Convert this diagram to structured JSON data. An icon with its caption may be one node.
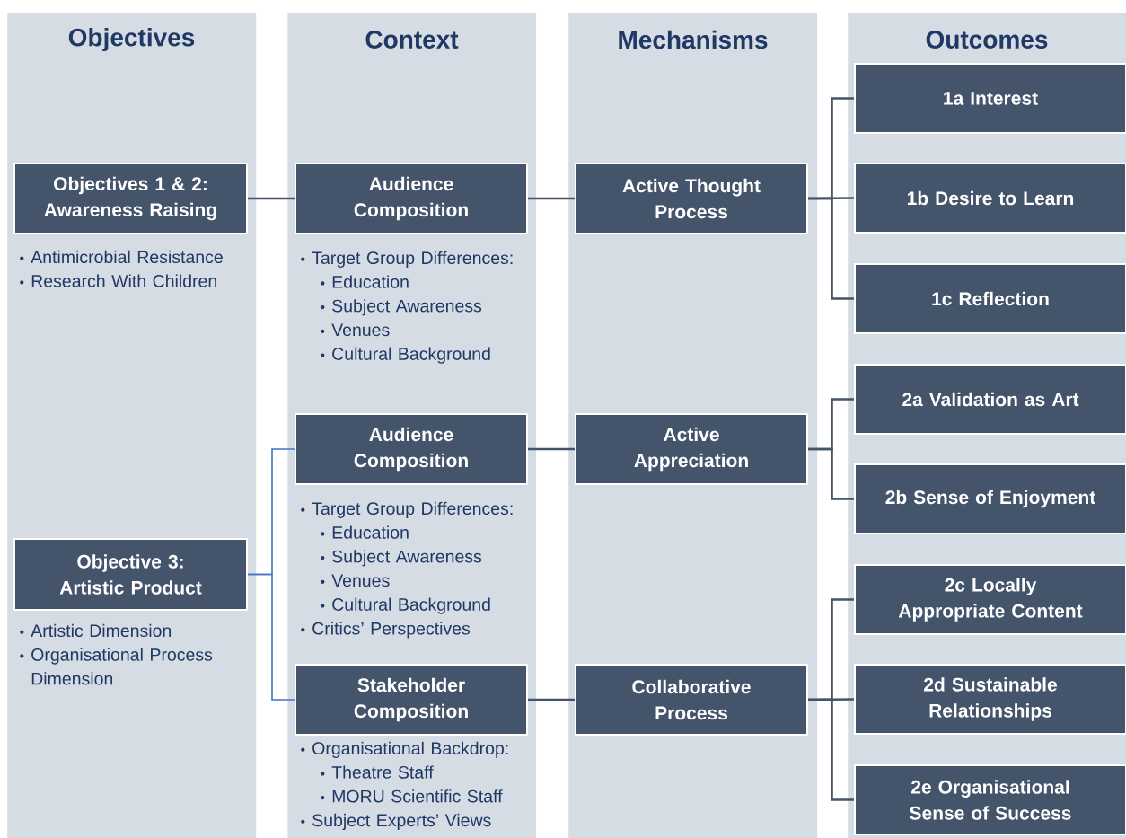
{
  "diagram": {
    "nodes": [
      {
        "text": [
          "Objectives"
        ]
      },
      {
        "text": [
          "Objectives 1 & 2: Awareness Raising"
        ],
        "in": 0,
        "beside": [
          "Antimicrobial Resistance",
          "Research With Children"
        ]
      },
      {
        "text": [
          "Objective 3: Artistic Product"
        ],
        "in": 0,
        "beside": [
          "Artistic Dimension",
          "Organisational Process Dimension"
        ]
      },
      {
        "text": [
          "Context"
        ]
      },
      {
        "text": [
          "Audience Composition"
        ],
        "in": 3,
        "beside": [
          "Target Group Differences:",
          "Education",
          "Subject Awareness",
          "Venues",
          "Cultural Background"
        ]
      },
      {
        "text": [
          "Audience Composition"
        ],
        "in": 3,
        "beside": [
          "Target Group Differences:",
          "Education",
          "Subject Awareness",
          "Venues",
          "Cultural Background",
          "Critics’ Perspectives"
        ]
      },
      {
        "text": [
          "Stakeholder Composition"
        ],
        "in": 3,
        "beside": [
          "Organisational Backdrop:",
          "Theatre Staff",
          "MORU Scientific Staff",
          "Subject Experts’ Views"
        ]
      },
      {
        "text": [
          "Mechanisms"
        ]
      },
      {
        "text": [
          "Active Thought Process"
        ],
        "in": 7
      },
      {
        "text": [
          "Active Appreciation"
        ],
        "in": 7
      },
      {
        "text": [
          "Collaborative Process"
        ],
        "in": 7
      },
      {
        "text": [
          "Outcomes"
        ]
      },
      {
        "text": [
          "1a Interest"
        ],
        "in": 11
      },
      {
        "text": [
          "1b Desire to Learn"
        ],
        "in": 11
      },
      {
        "text": [
          "1c Reflection"
        ],
        "in": 11
      },
      {
        "text": [
          "2a Validation as Art"
        ],
        "in": 11
      },
      {
        "text": [
          "2b Sense of Enjoyment"
        ],
        "in": 11
      },
      {
        "text": [
          "2c Locally Appropriate Content"
        ],
        "in": 11
      },
      {
        "text": [
          "2d Sustainable Relationships"
        ],
        "in": 11
      },
      {
        "text": [
          "2e Organisational Sense of Success"
        ],
        "in": 11
      }
    ],
    "edges": [
      {
        "from": 1,
        "to": 4,
        "arrow": "none"
      },
      {
        "from": 4,
        "to": 8,
        "arrow": "none"
      },
      {
        "from": 8,
        "to": 12,
        "arrow": "none"
      },
      {
        "from": 8,
        "to": 13,
        "arrow": "none"
      },
      {
        "from": 8,
        "to": 14,
        "arrow": "none"
      },
      {
        "from": 2,
        "to": 5,
        "arrow": "none",
        "color": "#4472c4"
      },
      {
        "from": 2,
        "to": 6,
        "arrow": "none",
        "color": "#4472c4"
      },
      {
        "from": 5,
        "to": 9,
        "arrow": "none"
      },
      {
        "from": 9,
        "to": 15,
        "arrow": "none"
      },
      {
        "from": 9,
        "to": 16,
        "arrow": "none"
      },
      {
        "from": 6,
        "to": 10,
        "arrow": "none"
      },
      {
        "from": 10,
        "to": 17,
        "arrow": "none"
      },
      {
        "from": 10,
        "to": 18,
        "arrow": "none"
      },
      {
        "from": 10,
        "to": 19,
        "arrow": "none"
      }
    ]
  }
}
